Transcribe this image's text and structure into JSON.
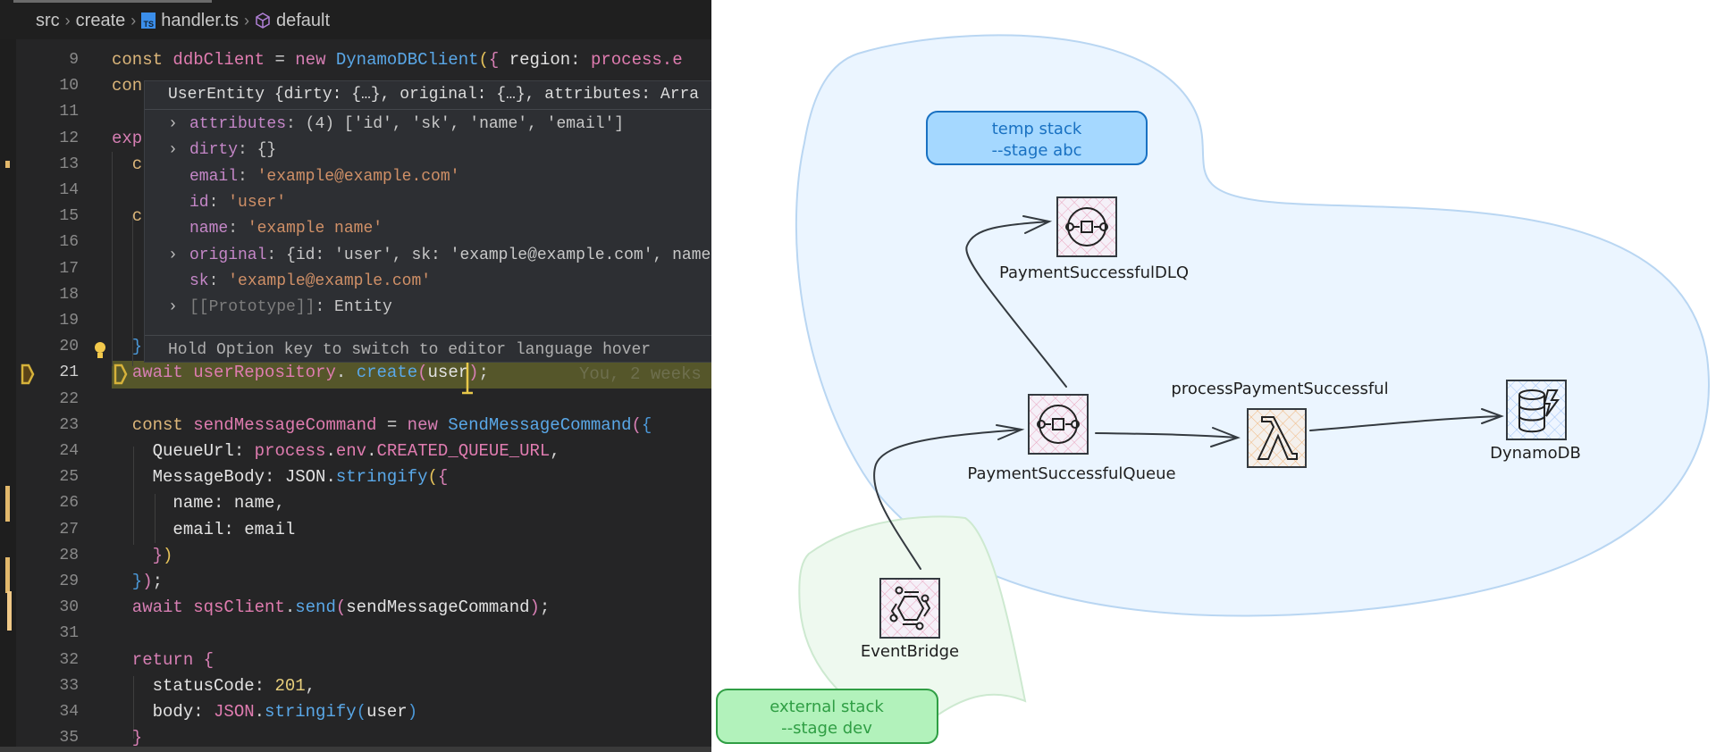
{
  "editor": {
    "breadcrumb": [
      "src",
      "create",
      "handler.ts",
      "default"
    ],
    "file_icon": "typescript-file-icon",
    "symbol_icon": "cube-icon",
    "lines": [
      {
        "n": "9",
        "tokens": [
          [
            "const ",
            "kw"
          ],
          [
            "ddbClient",
            "var"
          ],
          [
            " = ",
            "op"
          ],
          [
            "new ",
            "kw2"
          ],
          [
            "DynamoDBClient",
            "fn"
          ],
          [
            "(",
            "br1"
          ],
          [
            "{ ",
            "br2"
          ],
          [
            "region",
            "prop"
          ],
          [
            ": ",
            "op"
          ],
          [
            "process",
            "var"
          ],
          [
            ".e",
            "var"
          ]
        ]
      },
      {
        "n": "10",
        "tokens": [
          [
            "con",
            "kw"
          ]
        ]
      },
      {
        "n": "11",
        "tokens": []
      },
      {
        "n": "12",
        "tokens": [
          [
            "exp",
            "kw2"
          ]
        ]
      },
      {
        "n": "13",
        "tokens": [
          [
            "  c",
            "kw"
          ]
        ]
      },
      {
        "n": "14",
        "tokens": []
      },
      {
        "n": "15",
        "tokens": [
          [
            "  c",
            "kw"
          ]
        ]
      },
      {
        "n": "16",
        "tokens": []
      },
      {
        "n": "17",
        "tokens": []
      },
      {
        "n": "18",
        "tokens": []
      },
      {
        "n": "19",
        "tokens": []
      },
      {
        "n": "20",
        "tokens": [
          [
            "  }",
            "br3"
          ]
        ]
      },
      {
        "n": "21",
        "tokens": [
          [
            "  ",
            "op"
          ],
          [
            "await ",
            "kw2"
          ],
          [
            "userRepository",
            "var"
          ],
          [
            ". ",
            "op"
          ],
          [
            "create",
            "fn"
          ],
          [
            "(",
            "br2"
          ],
          [
            "user",
            "prop"
          ],
          [
            ")",
            "br2"
          ],
          [
            ";",
            "op"
          ]
        ]
      },
      {
        "n": "22",
        "tokens": []
      },
      {
        "n": "23",
        "tokens": [
          [
            "  const ",
            "kw"
          ],
          [
            "sendMessageCommand",
            "var"
          ],
          [
            " = ",
            "op"
          ],
          [
            "new ",
            "kw2"
          ],
          [
            "SendMessageCommand",
            "fn"
          ],
          [
            "(",
            "br2"
          ],
          [
            "{",
            "br3"
          ]
        ]
      },
      {
        "n": "24",
        "tokens": [
          [
            "    QueueUrl",
            "prop"
          ],
          [
            ": ",
            "op"
          ],
          [
            "process",
            "var"
          ],
          [
            ".",
            "op"
          ],
          [
            "env",
            "var"
          ],
          [
            ".",
            "op"
          ],
          [
            "CREATED_QUEUE_URL",
            "var"
          ],
          [
            ",",
            "op"
          ]
        ]
      },
      {
        "n": "25",
        "tokens": [
          [
            "    MessageBody",
            "prop"
          ],
          [
            ": ",
            "op"
          ],
          [
            "JSON",
            "prop"
          ],
          [
            ".",
            "op"
          ],
          [
            "stringify",
            "fn"
          ],
          [
            "(",
            "br1"
          ],
          [
            "{",
            "br2"
          ]
        ]
      },
      {
        "n": "26",
        "tokens": [
          [
            "      name",
            "prop"
          ],
          [
            ": ",
            "op"
          ],
          [
            "name",
            "prop"
          ],
          [
            ",",
            "op"
          ]
        ]
      },
      {
        "n": "27",
        "tokens": [
          [
            "      email",
            "prop"
          ],
          [
            ": ",
            "op"
          ],
          [
            "email",
            "prop"
          ]
        ]
      },
      {
        "n": "28",
        "tokens": [
          [
            "    }",
            "br2"
          ],
          [
            ")",
            "br1"
          ]
        ]
      },
      {
        "n": "29",
        "tokens": [
          [
            "  }",
            "br3"
          ],
          [
            ")",
            "br2"
          ],
          [
            ";",
            "op"
          ]
        ]
      },
      {
        "n": "30",
        "tokens": [
          [
            "  await ",
            "kw2"
          ],
          [
            "sqsClient",
            "var"
          ],
          [
            ".",
            "op"
          ],
          [
            "send",
            "fn"
          ],
          [
            "(",
            "br2"
          ],
          [
            "sendMessageCommand",
            "prop"
          ],
          [
            ")",
            "br2"
          ],
          [
            ";",
            "op"
          ]
        ]
      },
      {
        "n": "31",
        "tokens": []
      },
      {
        "n": "32",
        "tokens": [
          [
            "  return ",
            "kw2"
          ],
          [
            "{",
            "br2"
          ]
        ]
      },
      {
        "n": "33",
        "tokens": [
          [
            "    statusCode",
            "prop"
          ],
          [
            ": ",
            "op"
          ],
          [
            "201",
            "num"
          ],
          [
            ",",
            "op"
          ]
        ]
      },
      {
        "n": "34",
        "tokens": [
          [
            "    body",
            "prop"
          ],
          [
            ": ",
            "op"
          ],
          [
            "JSON",
            "var"
          ],
          [
            ".",
            "op"
          ],
          [
            "stringify",
            "fn"
          ],
          [
            "(",
            "br3"
          ],
          [
            "user",
            "prop"
          ],
          [
            ")",
            "br3"
          ]
        ]
      },
      {
        "n": "35",
        "tokens": [
          [
            "  }",
            "br2"
          ]
        ]
      }
    ],
    "active_line": "21",
    "blame": "You, 2 weeks",
    "hover": {
      "header": "UserEntity {dirty: {…}, original: {…}, attributes: Arra",
      "rows": [
        {
          "expandable": true,
          "tokens": [
            [
              "attributes",
              "key"
            ],
            [
              ": ",
              "punc"
            ],
            [
              "(4) ['id', 'sk', 'name', 'email']",
              "val"
            ]
          ]
        },
        {
          "expandable": true,
          "tokens": [
            [
              "dirty",
              "key"
            ],
            [
              ": ",
              "punc"
            ],
            [
              "{}",
              "val"
            ]
          ]
        },
        {
          "expandable": false,
          "tokens": [
            [
              "email",
              "key"
            ],
            [
              ": ",
              "punc"
            ],
            [
              "'example@example.com'",
              "str"
            ]
          ]
        },
        {
          "expandable": false,
          "tokens": [
            [
              "id",
              "key"
            ],
            [
              ": ",
              "punc"
            ],
            [
              "'user'",
              "str"
            ]
          ]
        },
        {
          "expandable": false,
          "tokens": [
            [
              "name",
              "key"
            ],
            [
              ": ",
              "punc"
            ],
            [
              "'example name'",
              "str"
            ]
          ]
        },
        {
          "expandable": true,
          "tokens": [
            [
              "original",
              "key"
            ],
            [
              ": ",
              "punc"
            ],
            [
              "{id: 'user', sk: 'example@example.com', name:",
              "val"
            ]
          ]
        },
        {
          "expandable": false,
          "tokens": [
            [
              "sk",
              "key"
            ],
            [
              ": ",
              "punc"
            ],
            [
              "'example@example.com'",
              "str"
            ]
          ]
        },
        {
          "expandable": true,
          "tokens": [
            [
              "[[Prototype]]",
              "dim"
            ],
            [
              ": ",
              "punc"
            ],
            [
              "Entity",
              "val"
            ]
          ]
        }
      ],
      "footer": "Hold Option key to switch to editor language hover"
    }
  },
  "diagram": {
    "temp_stack": {
      "line1": "temp stack",
      "line2": "--stage abc",
      "fill": "#a5d8ff",
      "stroke": "#1971c2",
      "region_fill": "#e7f5ff"
    },
    "external_stack": {
      "line1": "external stack",
      "line2": "--stage dev",
      "fill": "#b2f2bb",
      "stroke": "#2f9e44",
      "region_fill": "#ebfbee"
    },
    "nodes": {
      "dlq": {
        "label": "PaymentSuccessfulDLQ",
        "icon": "sqs-queue-icon"
      },
      "queue": {
        "label": "PaymentSuccessfulQueue",
        "icon": "sqs-queue-icon"
      },
      "lambda": {
        "label": "processPaymentSuccessful",
        "icon": "lambda-icon"
      },
      "dynamodb": {
        "label": "DynamoDB",
        "icon": "dynamodb-icon"
      },
      "eventbridge": {
        "label": "EventBridge",
        "icon": "eventbridge-icon"
      }
    }
  }
}
